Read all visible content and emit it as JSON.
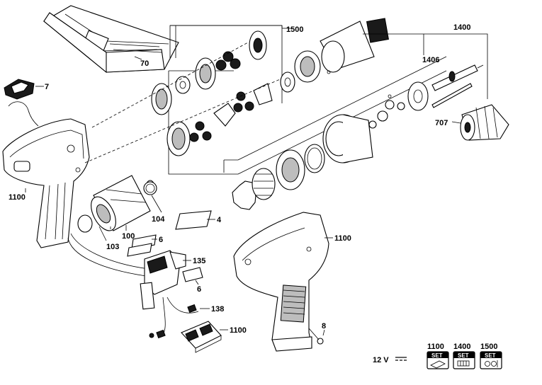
{
  "labels": {
    "p70": "70",
    "p7": "7",
    "p1500": "1500",
    "p1400": "1400",
    "p1406": "1406",
    "p707": "707",
    "p1100_left": "1100",
    "p1100_right": "1100",
    "p1100_battery": "1100",
    "p104": "104",
    "p4": "4",
    "p100": "100",
    "p103": "103",
    "p6_top": "6",
    "p6_bottom": "6",
    "p135": "135",
    "p138": "138",
    "p8": "8"
  },
  "voltage": "12 V",
  "sets": [
    {
      "number": "1100",
      "badge": "SET",
      "icon": "housing-set-icon"
    },
    {
      "number": "1400",
      "badge": "SET",
      "icon": "gearbox-set-icon"
    },
    {
      "number": "1500",
      "badge": "SET",
      "icon": "gear-set-icon"
    }
  ]
}
